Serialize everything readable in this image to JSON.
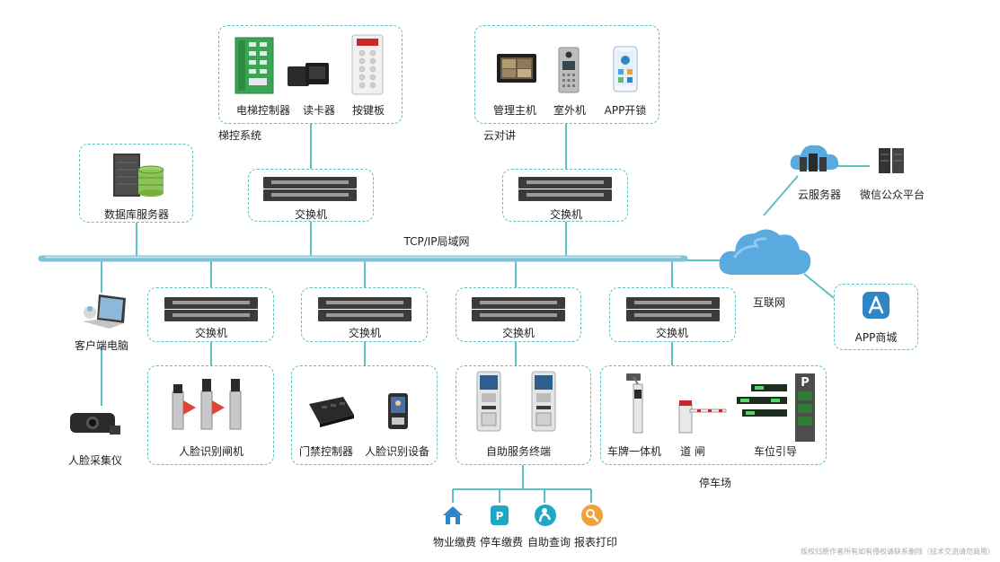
{
  "labels": {
    "elevator_controller": "电梯控制器",
    "card_reader": "读卡器",
    "keypad": "按键板",
    "elevator_system": "梯控系统",
    "mgmt_host": "管理主机",
    "outdoor_unit": "室外机",
    "app_unlock": "APP开锁",
    "cloud_intercom": "云对讲",
    "db_server": "数据库服务器",
    "switch": "交换机",
    "lan": "TCP/IP局域网",
    "cloud_server": "云服务器",
    "wechat_platform": "微信公众平台",
    "internet": "互联网",
    "app_store": "APP商城",
    "client_pc": "客户端电脑",
    "face_capture": "人脸采集仪",
    "face_gate": "人脸识别闸机",
    "access_controller": "门禁控制器",
    "face_device": "人脸识别设备",
    "self_service": "自助服务终端",
    "plate_camera": "车牌一体机",
    "barrier": "道 闸",
    "parking_guide": "车位引导",
    "parking_lot": "停车场",
    "property_fee": "物业缴费",
    "parking_fee": "停车缴费",
    "self_query": "自助查询",
    "report_print": "报表打印",
    "watermark": "版权归原作者所有如有侵权请联系删除（技术交流请勿商用）"
  },
  "colors": {
    "line": "#5cc1c1",
    "bus": "#7ec3dc",
    "cloud": "#5aa9df",
    "icon_blue": "#2d86c6",
    "icon_teal": "#1ea8c8",
    "icon_orange": "#f0a23a"
  }
}
